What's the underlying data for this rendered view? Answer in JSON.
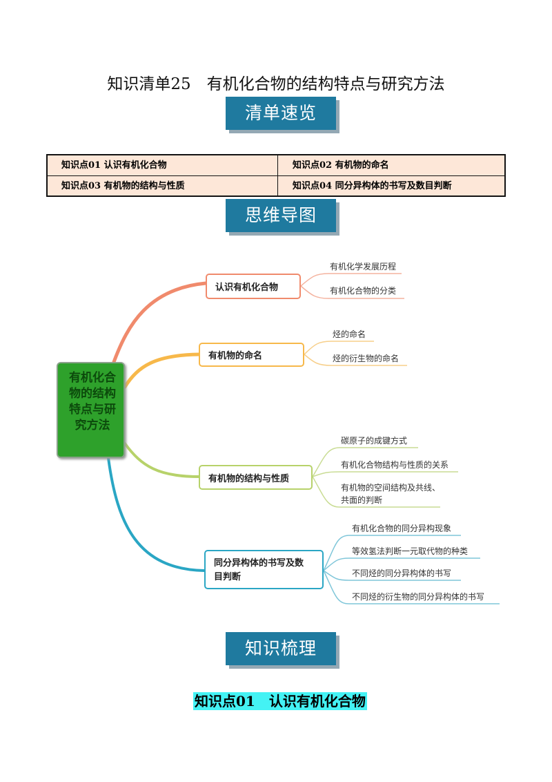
{
  "title": "知识清单25　有机化合物的结构特点与研究方法",
  "banners": {
    "overview": "清单速览",
    "mindmap": "思维导图",
    "sorting": "知识梳理"
  },
  "toc": [
    "知识点01  认识有机化合物",
    "知识点02  有机物的命名",
    "知识点03  有机物的结构与性质",
    "知识点04  同分异构体的书写及数目判断"
  ],
  "mindmap": {
    "center": "有机化合物的结构特点与研究方法",
    "branches": [
      {
        "label": "认识有机化合物",
        "color": "#f08a6c",
        "leaves": [
          "有机化学发展历程",
          "有机化合物的分类"
        ]
      },
      {
        "label": "有机物的命名",
        "color": "#f7b84a",
        "leaves": [
          "烃的命名",
          "烃的衍生物的命名"
        ]
      },
      {
        "label": "有机物的结构与性质",
        "color": "#b7d26a",
        "leaves": [
          "碳原子的成键方式",
          "有机化合物结构与性质的关系",
          "有机物的空间结构及共线、",
          "共面的判断"
        ]
      },
      {
        "label": "同分异构体的书写及数",
        "label2": "目判断",
        "color": "#2aa6c4",
        "leaves": [
          "有机化合物的同分异构现象",
          "等效氢法判断一元取代物的种类",
          "不同烃的同分异构体的书写",
          "不同烃的衍生物的同分异构体的书写"
        ]
      }
    ]
  },
  "section": "知识点01　认识有机化合物"
}
